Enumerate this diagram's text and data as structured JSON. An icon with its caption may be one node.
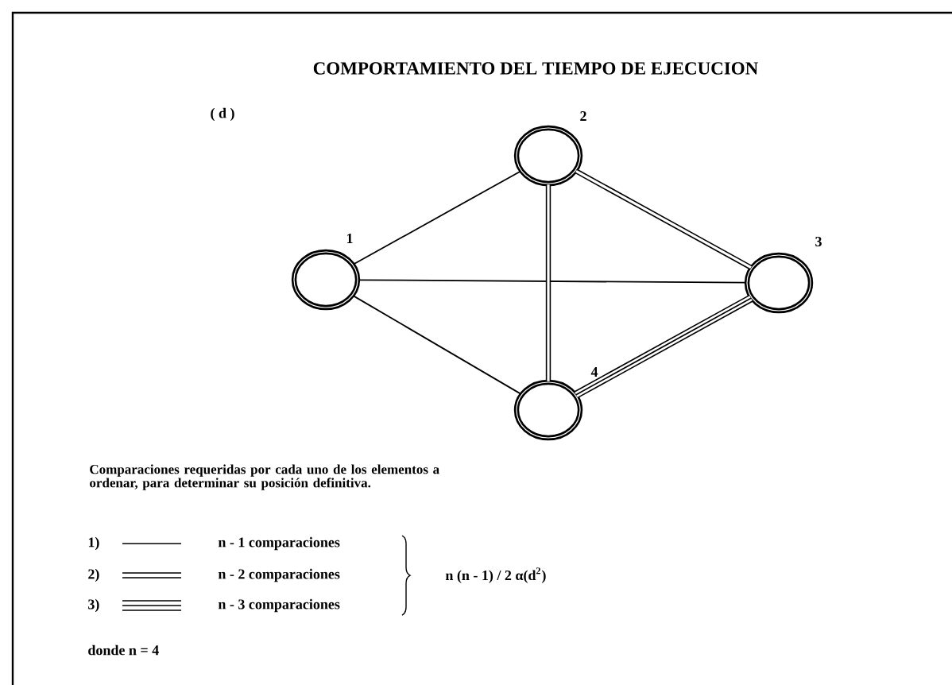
{
  "diagram": {
    "title": "COMPORTAMIENTO DEL TIEMPO DE EJECUCION",
    "nodes": [
      {
        "text": [],
        "shape": "circle",
        "beside": [
          "1"
        ]
      },
      {
        "text": [],
        "shape": "circle",
        "beside": [
          "2"
        ]
      },
      {
        "text": [],
        "shape": "circle",
        "beside": [
          "3"
        ]
      },
      {
        "text": [],
        "shape": "circle",
        "beside": [
          "4"
        ]
      }
    ],
    "edges": [
      {
        "from": 0,
        "to": 1,
        "arrow": "none"
      },
      {
        "from": 0,
        "to": 2,
        "arrow": "none"
      },
      {
        "from": 0,
        "to": 3,
        "arrow": "none"
      },
      {
        "from": 1,
        "to": 2,
        "arrow": "none",
        "style": "thick"
      },
      {
        "from": 1,
        "to": 3,
        "arrow": "none",
        "style": "thick"
      },
      {
        "from": 2,
        "to": 3,
        "arrow": "none",
        "style": "thick"
      }
    ],
    "labels": [
      "( d )",
      "Comparaciones requeridas por cada uno de los elementos a ordenar, para determinar su posición definitiva.",
      "1)",
      "2)",
      "3)",
      "n (n - 1) / 2 α(d$^{2}$)",
      "donde n = 4"
    ],
    "legend": [
      {
        "text": "n - 1 comparaciones"
      },
      {
        "text": "n - 2 comparaciones"
      },
      {
        "text": "n - 3 comparaciones"
      }
    ]
  }
}
